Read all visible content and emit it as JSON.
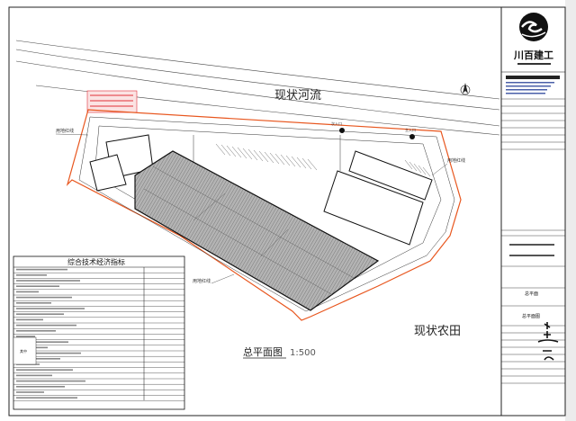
{
  "labels": {
    "river": "现状河流",
    "farmland": "现状农田",
    "plan_title": "总平面图",
    "plan_scale": "1:500",
    "redline_left": "用地红线",
    "redline_right": "用地红线",
    "redline_bottom": "用地红线",
    "main_entrance": "主入口",
    "second_entrance": "次入口"
  },
  "table": {
    "title": "综合技术经济指标",
    "side_label": "其中"
  },
  "title_block": {
    "company_name": "川百建工",
    "drawing_name_header": "总平面",
    "drawing_name": "总平面图"
  },
  "colors": {
    "redline": "#e8561e",
    "hatch": "#8a8a8a",
    "stamp": "#e0303a"
  }
}
